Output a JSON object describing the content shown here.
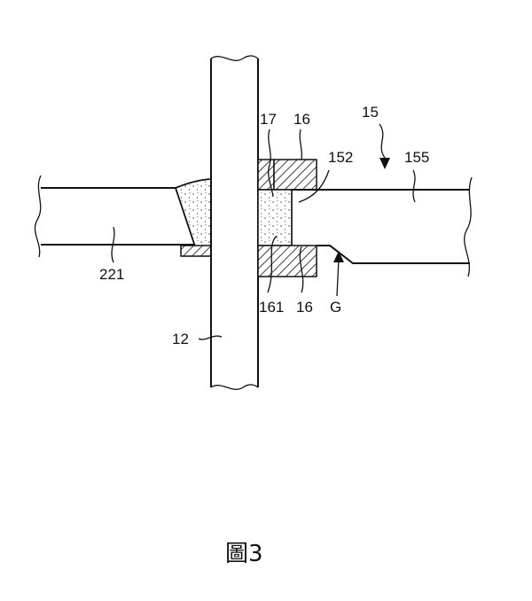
{
  "figure": {
    "caption": "圖3",
    "labels": {
      "l15": "15",
      "l17": "17",
      "l16_top": "16",
      "l152": "152",
      "l155": "155",
      "l221": "221",
      "l161": "161",
      "l16_bottom": "16",
      "lG": "G",
      "l12": "12"
    }
  }
}
